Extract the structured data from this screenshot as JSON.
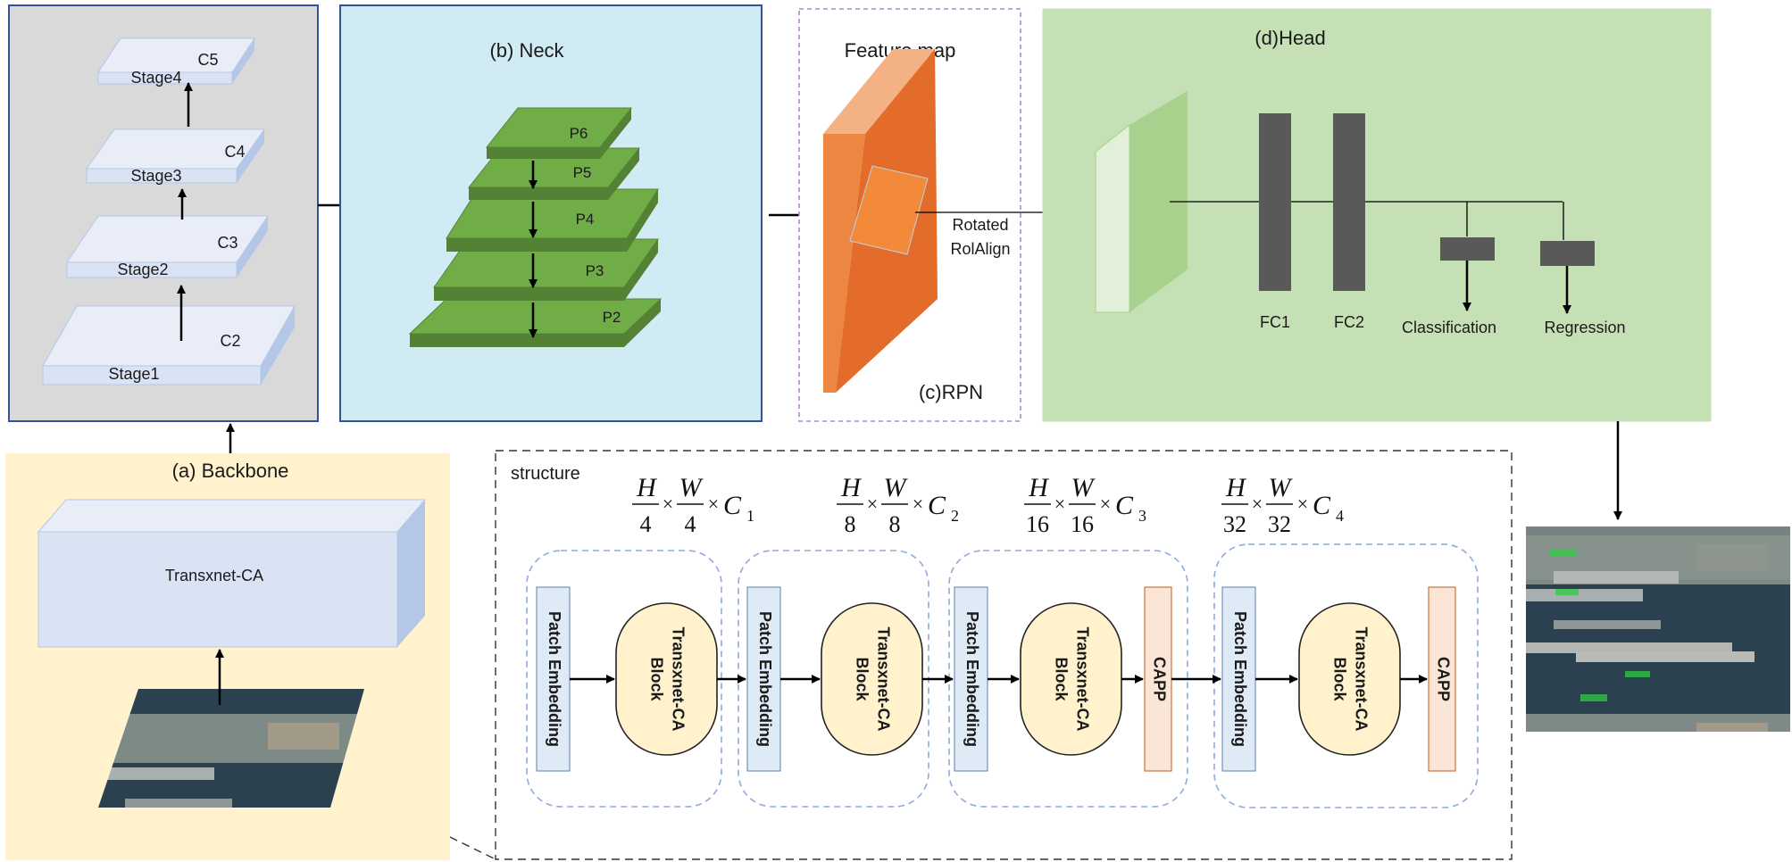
{
  "backbone": {
    "title": "(a) Backbone",
    "box_label": "Transxnet-CA",
    "stages": [
      {
        "stage": "Stage1",
        "feature": "C2"
      },
      {
        "stage": "Stage2",
        "feature": "C3"
      },
      {
        "stage": "Stage3",
        "feature": "C4"
      },
      {
        "stage": "Stage4",
        "feature": "C5"
      }
    ]
  },
  "neck": {
    "title": "(b) Neck",
    "levels": [
      "P6",
      "P5",
      "P4",
      "P3",
      "P2"
    ]
  },
  "rpn": {
    "feature_map_label": "Feature map",
    "title": "(c)RPN",
    "roi_label_line1": "Rotated",
    "roi_label_line2": "RolAlign"
  },
  "head": {
    "title": "(d)Head",
    "fc1": "FC1",
    "fc2": "FC2",
    "classification": "Classification",
    "regression": "Regression"
  },
  "structure": {
    "title": "structure",
    "stages": [
      {
        "h": "H",
        "w": "W",
        "hd": "4",
        "wd": "4",
        "c": "C",
        "ci": "1",
        "patch": "Patch Embedding",
        "block_l1": "Transxnet-CA",
        "block_l2": "Block",
        "capp": ""
      },
      {
        "h": "H",
        "w": "W",
        "hd": "8",
        "wd": "8",
        "c": "C",
        "ci": "2",
        "patch": "Patch Embedding",
        "block_l1": "Transxnet-CA",
        "block_l2": "Block",
        "capp": ""
      },
      {
        "h": "H",
        "w": "W",
        "hd": "16",
        "wd": "16",
        "c": "C",
        "ci": "3",
        "patch": "Patch Embedding",
        "block_l1": "Transxnet-CA",
        "block_l2": "Block",
        "capp": "CAPP"
      },
      {
        "h": "H",
        "w": "W",
        "hd": "32",
        "wd": "32",
        "c": "C",
        "ci": "4",
        "patch": "Patch Embedding",
        "block_l1": "Transxnet-CA",
        "block_l2": "Block",
        "capp": "CAPP"
      }
    ]
  },
  "colors": {
    "backbone_panel": "#d9d9d9",
    "panel_border": "#2f5597",
    "neck_panel": "#d1ebf5",
    "head_panel": "#c5e0b4",
    "input_panel": "#fff2cc",
    "feature_map": "#e46c2a",
    "roi": "#f28a3a",
    "pyramid": "#70ad47",
    "fc": "#595959",
    "patch": "#deebf7",
    "block": "#fff2cc",
    "capp": "#fbe5d6"
  }
}
